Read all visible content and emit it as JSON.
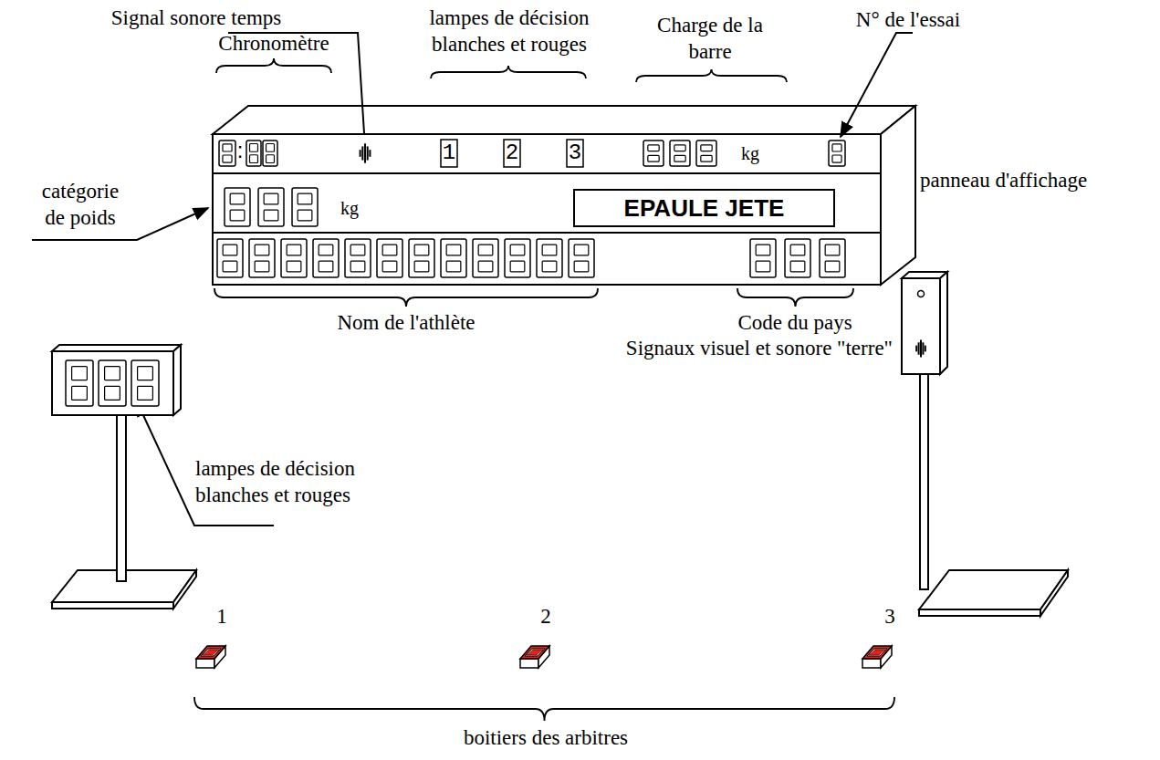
{
  "diagram": {
    "nodes": [
      {
        "text": [
          "EPAULE JETE"
        ]
      }
    ],
    "labels": [
      "Signal sonore temps",
      "lampes de décision blanches et rouges",
      "Charge de la barre",
      "N° de l'essai",
      "Chronomètre",
      ":",
      "1",
      "2",
      "3",
      "kg",
      "panneau d'affichage",
      "catégorie de poids",
      "kg",
      "Nom de l'athlète",
      "Code du pays",
      "lampes de décision blanches et rouges",
      "Signaux visuel et sonore \"terre\"",
      "1",
      "2",
      "3",
      "boitiers des arbitres"
    ]
  }
}
